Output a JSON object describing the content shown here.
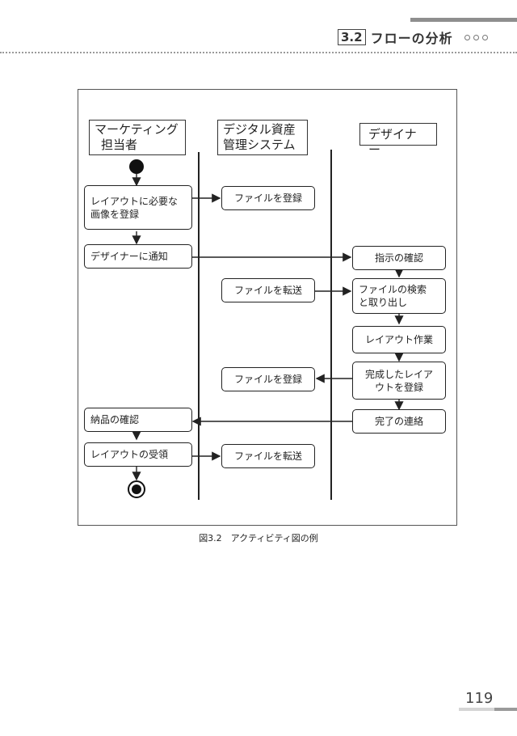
{
  "header": {
    "section_number": "3.2",
    "section_title": "フローの分析",
    "dots": [
      "circle-icon",
      "circle-icon",
      "circle-icon"
    ]
  },
  "figure": {
    "caption": "図3.2　アクティビティ図の例",
    "lanes": {
      "marketing": [
        "マーケティング",
        "担当者"
      ],
      "dam": [
        "デジタル資産",
        "管理システム"
      ],
      "designer": [
        "デザイナー"
      ]
    },
    "nodes": {
      "register_images": [
        "レイアウトに必要な",
        "画像を登録"
      ],
      "notify_designer": "デザイナーに通知",
      "dam_register_1": "ファイルを登録",
      "check_instructions": "指示の確認",
      "dam_transfer_1": "ファイルを転送",
      "search_retrieve": [
        "ファイルの検索",
        "と取り出し"
      ],
      "layout_work": "レイアウト作業",
      "register_layout": [
        "完成したレイア",
        "ウトを登録"
      ],
      "dam_register_2": "ファイルを登録",
      "complete_notice": "完了の連絡",
      "confirm_delivery": "納品の確認",
      "receive_layout": "レイアウトの受領",
      "dam_transfer_2": "ファイルを転送"
    }
  },
  "page_number": "119"
}
